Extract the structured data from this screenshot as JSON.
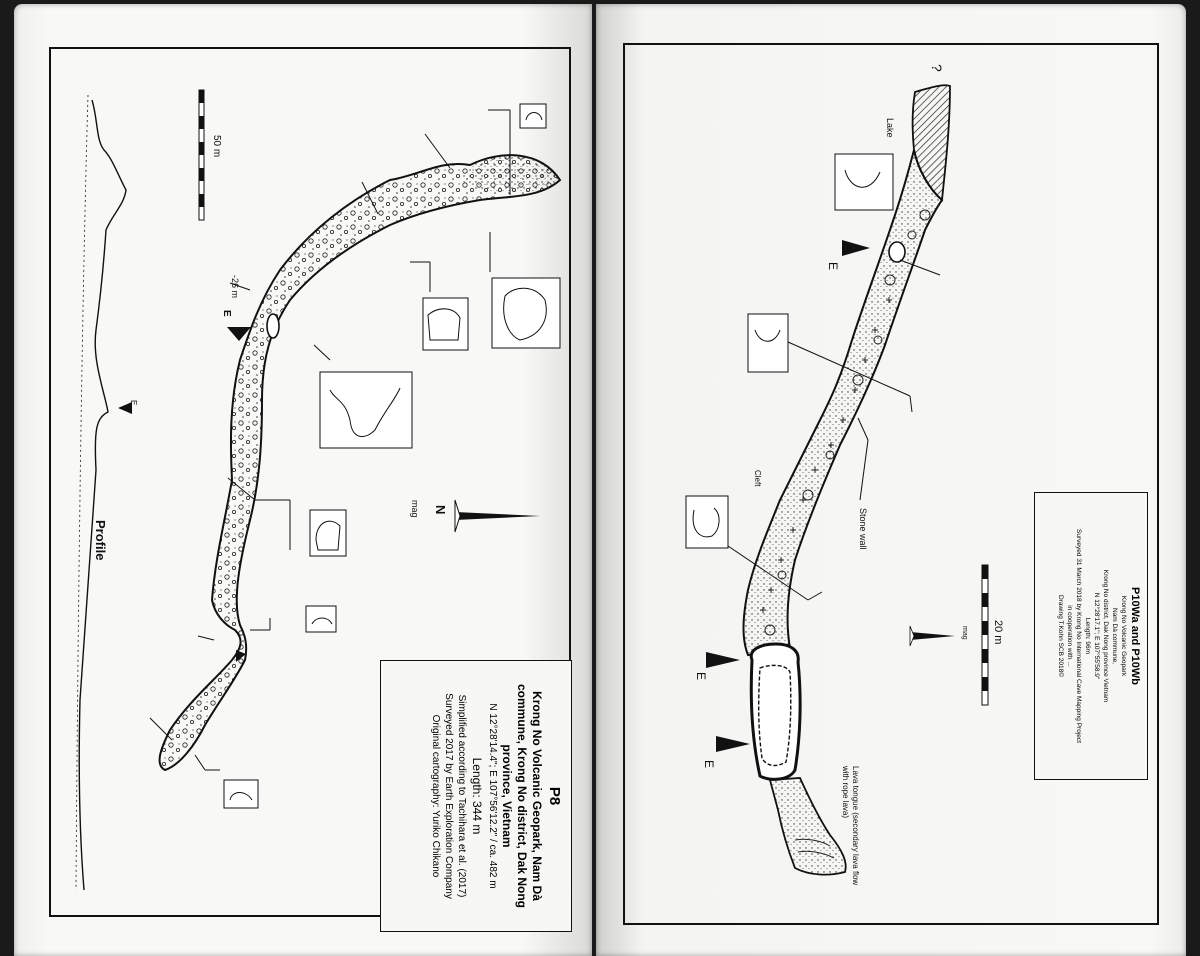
{
  "left_page": {
    "profile_label": "Profile",
    "scale_label": "50 m",
    "depth_label": "-26 m",
    "entrance_label": "E",
    "north_label": "N",
    "north_sub": "mag",
    "title_box": {
      "code": "P8",
      "name": "Krong No Volcanic Geopark, Nam Dà commune, Krong No district, Dak Nong province, Vietnam",
      "coords": "N 12°28'14.4\"; E 107°56'12.2\" / ca. 482 m",
      "length": "Length: 344 m",
      "simplified": "Simplified according to Tachihara et al. (2017)",
      "surveyed": "Surveyed 2017 by Earth Exploration Company",
      "cartography": "Original cartography: Yuriko Chikano"
    }
  },
  "right_page": {
    "lake_label": "Lake",
    "question_label": "?",
    "entrance_label": "E",
    "cleft_label": "Cleft",
    "stone_wall_label": "Stone wall",
    "lava_tongue_label": "Lava tongue (secondary lava flow with rope lava)",
    "scale_label": "20 m",
    "north_sub": "mag",
    "title_box": {
      "title": "P10Wa and P10Wb",
      "line1": "Krong No Volcanic Geopark",
      "line2": "Nam Dà commune,",
      "line3": "Krong No district, Dak Nong province Vietnam",
      "line4": "N 12°28'17.1\"; E 107°55'58.9\"",
      "line5": "Length: 96m",
      "line6": "Surveyed 31 March 2018 by Krong No International Cave Mapping Project",
      "line7": "in cooperation with ...",
      "line8": "Drawing T.Kohn SCB 2018©"
    }
  },
  "colors": {
    "ink": "#111111",
    "paper": "#f7f7f5",
    "background": "#1a1a1a"
  }
}
